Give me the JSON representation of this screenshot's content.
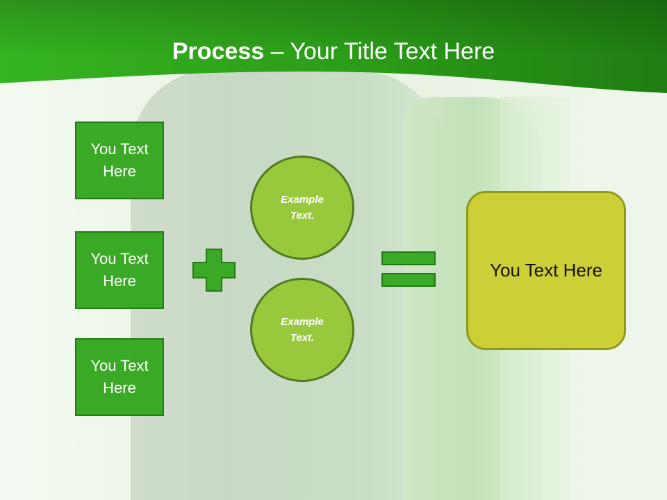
{
  "title": {
    "bold": "Process",
    "rest": " – Your Title Text Here"
  },
  "inputs": [
    {
      "label": "You Text Here"
    },
    {
      "label": "You Text Here"
    },
    {
      "label": "You Text Here"
    }
  ],
  "examples": [
    {
      "label": "Example Text."
    },
    {
      "label": "Example Text."
    }
  ],
  "result": {
    "label": "You Text Here"
  },
  "colors": {
    "header_green": "#2aa51b",
    "box_green": "#3aaa26",
    "circle_green": "#98c93c",
    "result_yellow": "#cdcf37"
  },
  "icons": {
    "operator_1": "plus-icon",
    "operator_2": "equals-icon"
  }
}
